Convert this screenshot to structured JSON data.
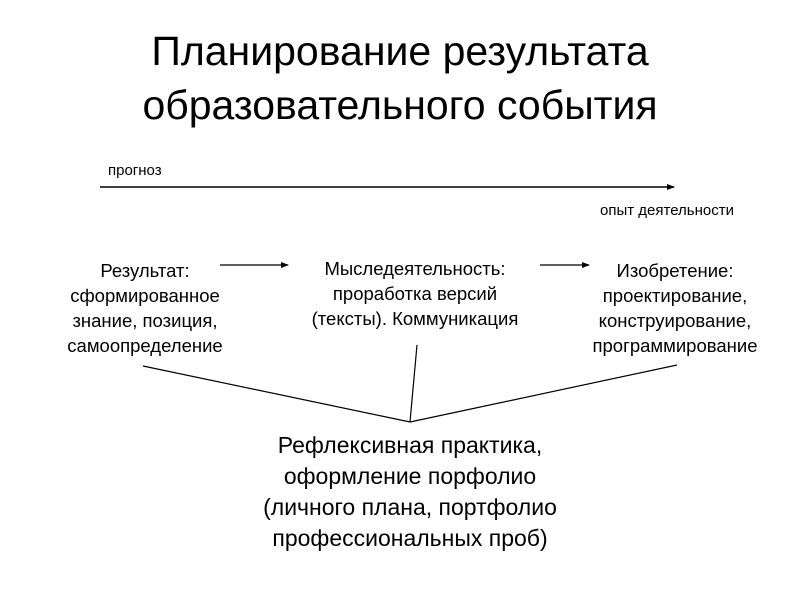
{
  "slide": {
    "title_lines": [
      "Планирование результата",
      "образовательного события"
    ],
    "timeline": {
      "start_label": "прогноз",
      "end_label": "опыт деятельности"
    },
    "blocks": [
      {
        "id": "result",
        "lines": [
          "Результат:",
          "сформированное",
          "знание, позиция,",
          "самоопределение"
        ]
      },
      {
        "id": "thinking",
        "lines": [
          "Мыследеятельность:",
          "проработка версий",
          "(тексты). Коммуникация"
        ]
      },
      {
        "id": "invention",
        "lines": [
          "Изобретение:",
          "проектирование,",
          "конструирование,",
          "программирование"
        ]
      }
    ],
    "bottom_block": {
      "lines": [
        "Рефлексивная практика,",
        "оформление порфолио",
        "(личного плана, портфолио",
        "профессиональных проб)"
      ]
    },
    "colors": {
      "background": "#ffffff",
      "text": "#000000",
      "lines": "#000000"
    }
  }
}
